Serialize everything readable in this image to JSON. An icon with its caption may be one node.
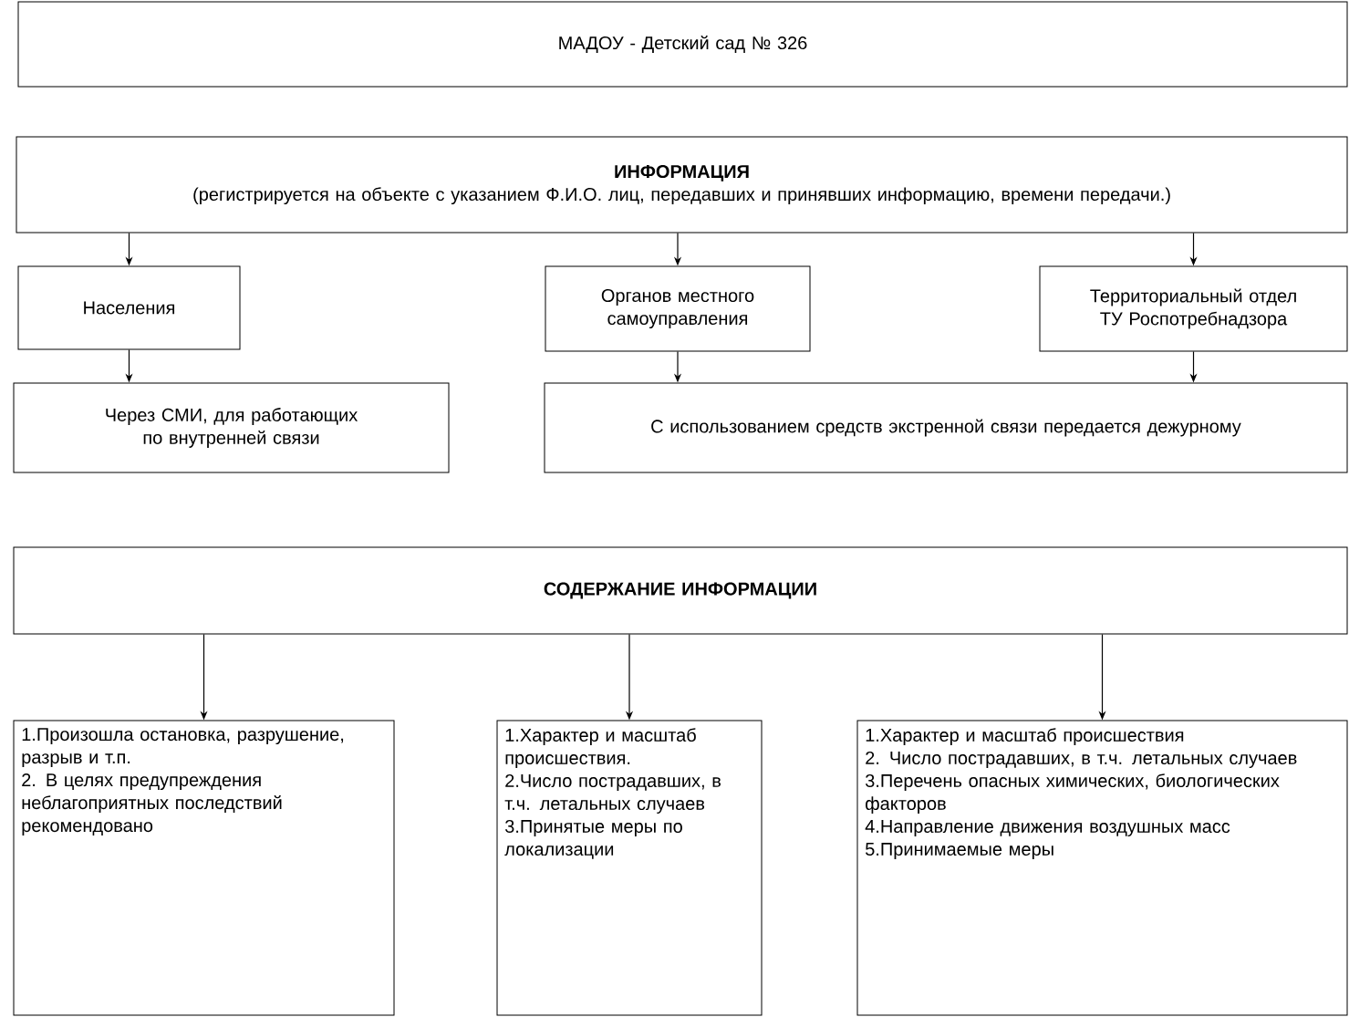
{
  "diagram": {
    "nodes": [
      {
        "text": [
          "МАДОУ - Детский сад № 326"
        ]
      },
      {
        "text": [
          "ИНФОРМАЦИЯ",
          "(регистрируется на объекте с указанием Ф.И.О. лиц, передавших и принявших информацию, времени передачи.)"
        ]
      },
      {
        "text": [
          "Населения"
        ]
      },
      {
        "text": [
          "Органов местного самоуправления"
        ]
      },
      {
        "text": [
          "Территориальный отдел ТУ Роспотребнадзора"
        ]
      },
      {
        "text": [
          "Через СМИ, для работающих по внутренней связи"
        ]
      },
      {
        "text": [
          "С использованием средств экстренной связи передается дежурному"
        ]
      },
      {
        "text": [
          "СОДЕРЖАНИЕ ИНФОРМАЦИИ"
        ]
      },
      {
        "text": [
          "1.Произошла остановка, разрушение, разрыв и т.п.",
          "2. В целях предупреждения неблагоприятных последствий рекомендовано"
        ]
      },
      {
        "text": [
          "1.Характер и масштаб происшествия.",
          "2.Число пострадавших, в т.ч. летальных случаев",
          "3.Принятые меры по локализации"
        ]
      },
      {
        "text": [
          "1.Характер  и масштаб происшествия",
          "2. Число пострадавших, в т.ч. летальных случаев",
          "3.Перечень опасных химических, биологических факторов",
          "4.Направление движения воздушных масс",
          "5.Принимаемые меры"
        ]
      }
    ],
    "edges": [
      {
        "from": 1,
        "to": 2,
        "arrow": "to"
      },
      {
        "from": 1,
        "to": 3,
        "arrow": "to"
      },
      {
        "from": 1,
        "to": 4,
        "arrow": "to"
      },
      {
        "from": 2,
        "to": 5,
        "arrow": "to"
      },
      {
        "from": 3,
        "to": 6,
        "arrow": "to"
      },
      {
        "from": 4,
        "to": 6,
        "arrow": "to"
      },
      {
        "from": 7,
        "to": 8,
        "arrow": "to"
      },
      {
        "from": 7,
        "to": 9,
        "arrow": "to"
      },
      {
        "from": 7,
        "to": 10,
        "arrow": "to"
      }
    ]
  }
}
